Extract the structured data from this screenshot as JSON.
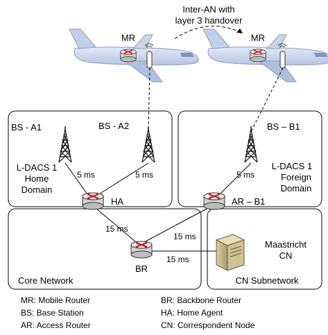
{
  "handover": {
    "line1": "Inter-AN with",
    "line2": "layer 3 handover"
  },
  "aircraft": [
    {
      "label": "MR"
    },
    {
      "label": "MR"
    }
  ],
  "domains": {
    "home": {
      "line1": "L-DACS 1",
      "line2": "Home",
      "line3": "Domain"
    },
    "foreign": {
      "line1": "L-DACS 1",
      "line2": "Foreign",
      "line3": "Domain"
    },
    "core": {
      "label": "Core Network"
    },
    "cn_subnet": {
      "label": "CN Subnetwork"
    }
  },
  "stations": {
    "bs_a1": "BS - A1",
    "bs_a2": "BS - A2",
    "bs_b1": "BS – B1"
  },
  "routers": {
    "ha": "HA",
    "ar_b1": "AR – B1",
    "br": "BR"
  },
  "cn": {
    "line1": "Maastricht",
    "line2": "CN"
  },
  "latencies": {
    "a1_ha": "5 ms",
    "a2_ha": "5 ms",
    "b1_ar": "5 ms",
    "ha_br": "15 ms",
    "ar_br": "15 ms",
    "br_cn": "15 ms"
  },
  "legend": {
    "left": [
      "MR: Mobile Router",
      "BS: Base Station",
      "AR: Access Router"
    ],
    "right": [
      "BR: Backbone Router",
      "HA: Home Agent",
      "CN: Correspondent Node"
    ]
  },
  "colors": {
    "plane_body": "#c9d4ea",
    "plane_edge": "#7b8db5",
    "router_body": "#e9e9e9",
    "router_x": "#d11a1a",
    "box_stroke": "#000000"
  }
}
